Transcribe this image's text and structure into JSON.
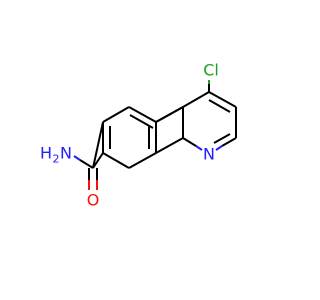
{
  "molecule": {
    "atoms": {
      "chlorine": "Cl",
      "ring_nitrogen": "N",
      "amide_nitrogen": "N",
      "amide_hydrogen": "H",
      "amide_hydrogen_count": "2",
      "oxygen": "O"
    },
    "colors": {
      "carbon": "#000000",
      "nitrogen": "#2020ff",
      "oxygen": "#ff0d0d",
      "chlorine": "#1fa01f"
    }
  }
}
